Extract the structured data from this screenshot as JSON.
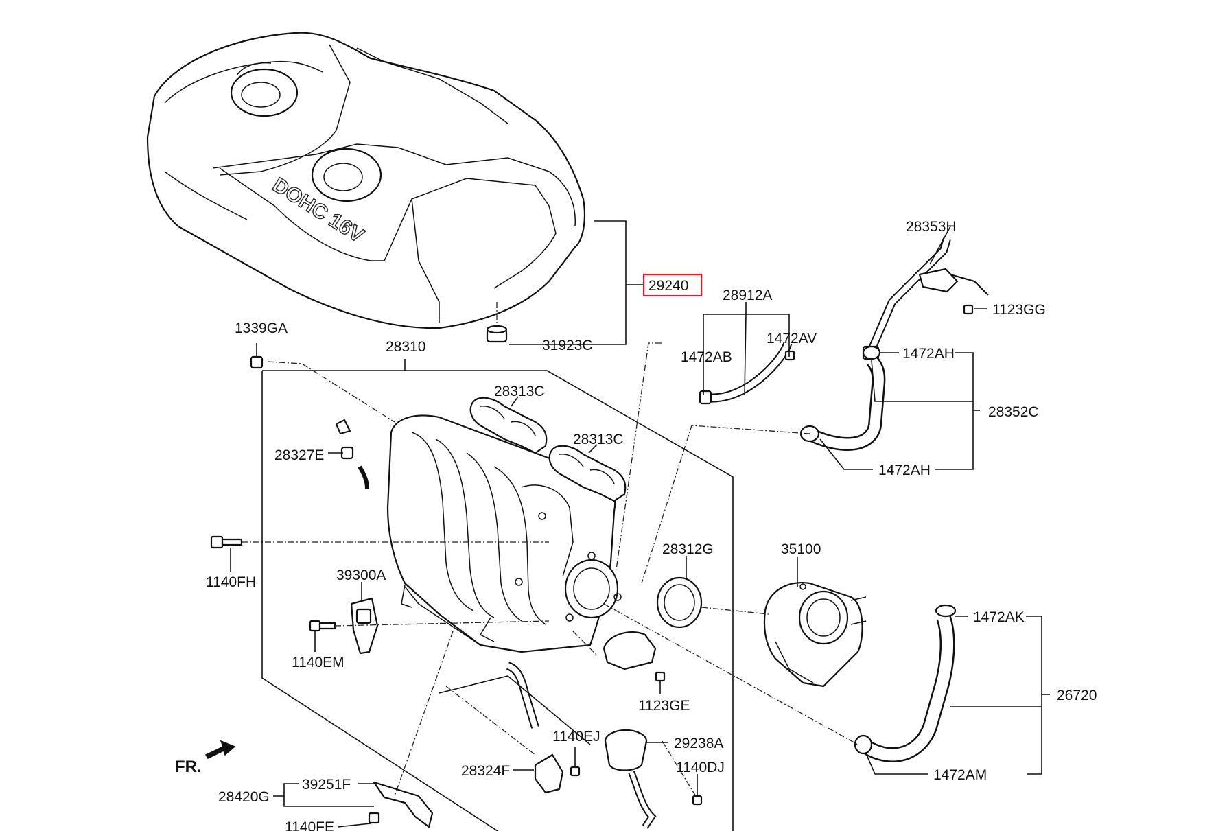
{
  "emboss_text": "DOHC 16V",
  "highlight_color": "#d8232a",
  "front_marker": "FR.",
  "labels": {
    "p29240": "29240",
    "p31923C": "31923C",
    "p1339GA": "1339GA",
    "p28310": "28310",
    "p28313C_a": "28313C",
    "p28313C_b": "28313C",
    "p28327E": "28327E",
    "p1140FH": "1140FH",
    "p39300A": "39300A",
    "p1140EM": "1140EM",
    "p28912A": "28912A",
    "p1472AB": "1472AB",
    "p1472AV": "1472AV",
    "p28353H": "28353H",
    "p1123GG": "1123GG",
    "p1472AH_a": "1472AH",
    "p28352C": "28352C",
    "p1472AH_b": "1472AH",
    "p28312G": "28312G",
    "p35100": "35100",
    "p1472AK": "1472AK",
    "p26720": "26720",
    "p1472AM": "1472AM",
    "p1123GE": "1123GE",
    "p1140EJ": "1140EJ",
    "p29238A": "29238A",
    "p28324F": "28324F",
    "p1140DJ": "1140DJ",
    "p39251F": "39251F",
    "p28420G": "28420G",
    "p1140FE": "1140FE"
  }
}
